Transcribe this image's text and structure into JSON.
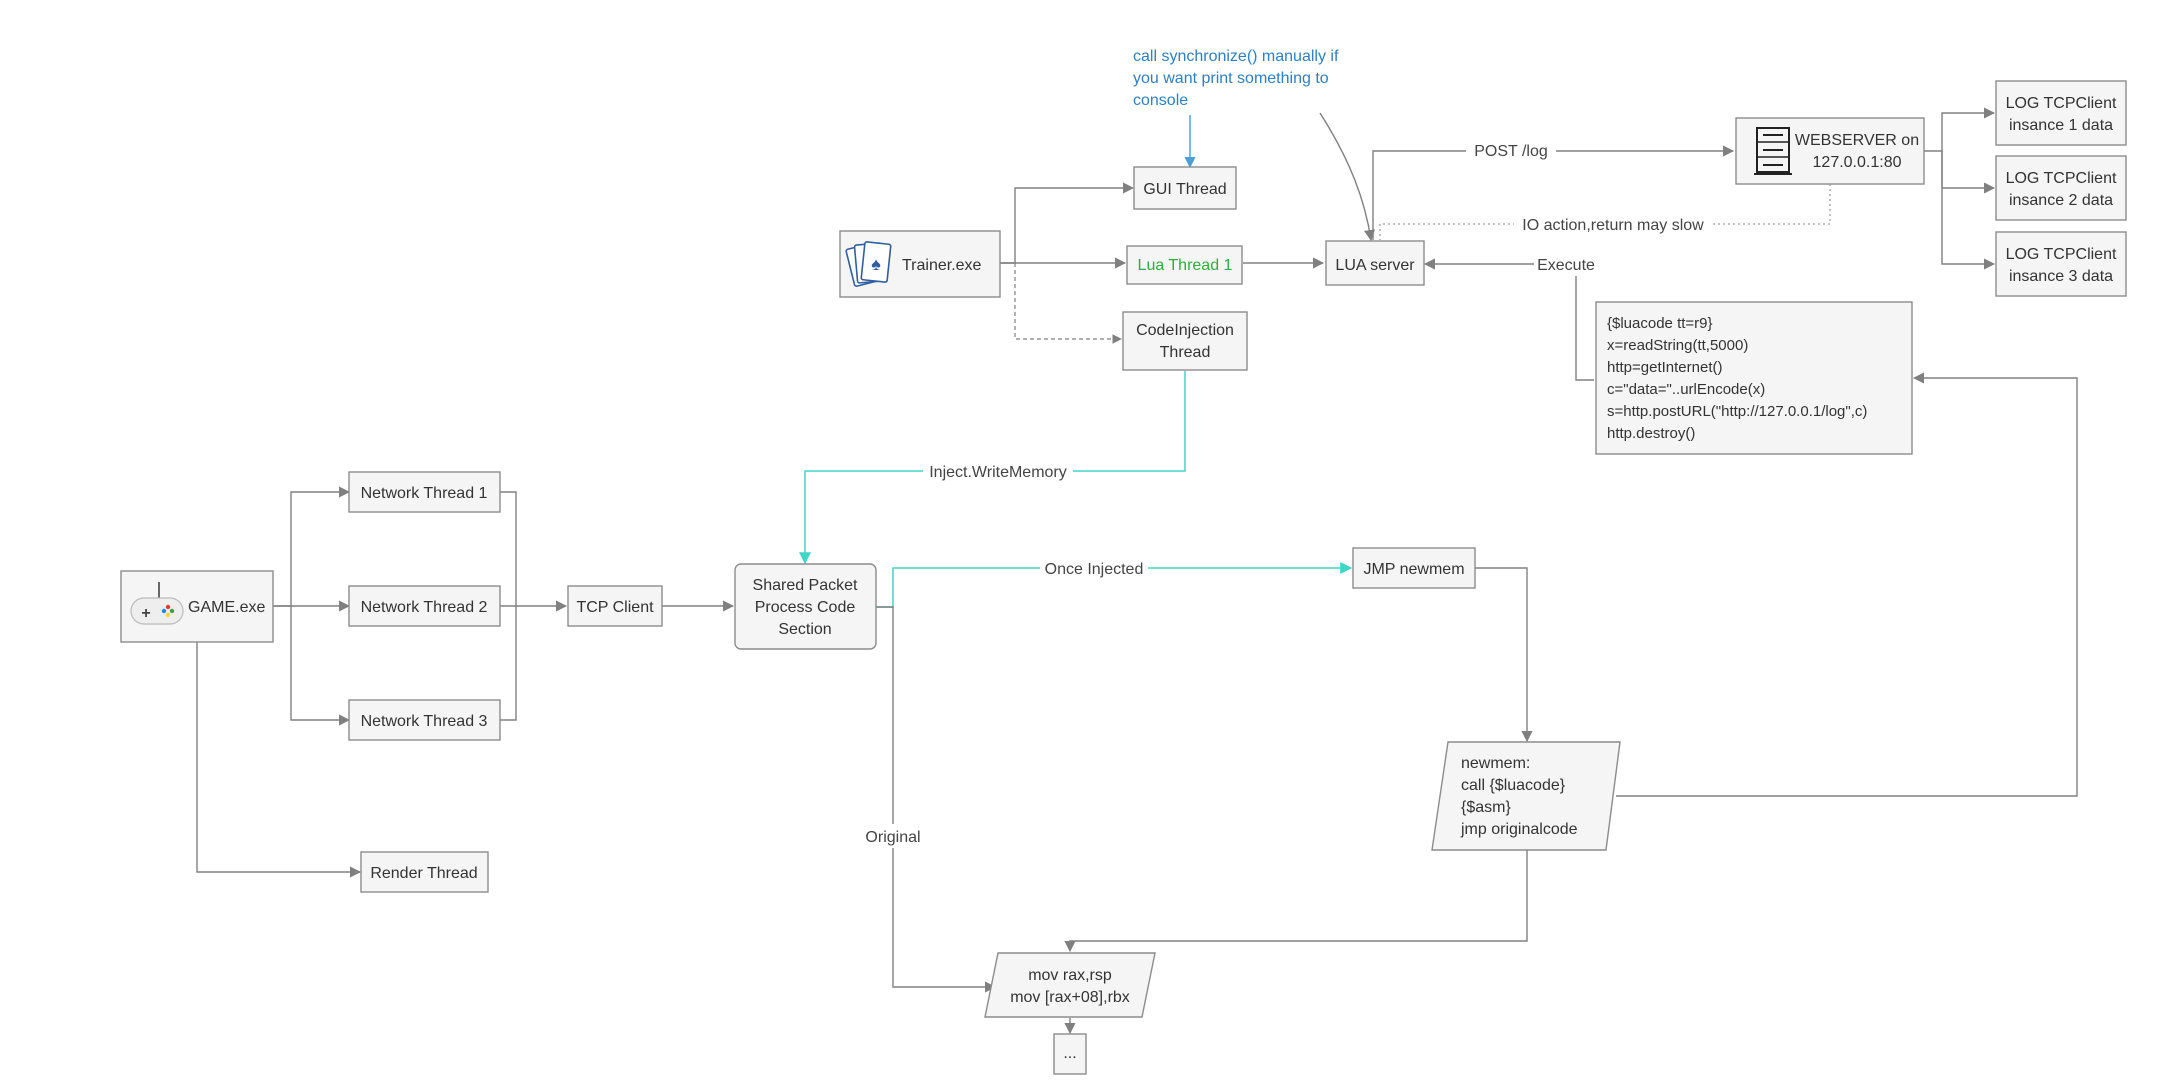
{
  "nodes": {
    "trainer": "Trainer.exe",
    "gui_thread": "GUI Thread",
    "lua_thread": "Lua Thread 1",
    "code_injection_1": "CodeInjection",
    "code_injection_2": "Thread",
    "lua_server": "LUA server",
    "webserver_1": "WEBSERVER on",
    "webserver_2": "127.0.0.1:80",
    "log1_1": "LOG TCPClient",
    "log1_2": "insance 1 data",
    "log2_1": "LOG TCPClient",
    "log2_2": "insance 2 data",
    "log3_1": "LOG TCPClient",
    "log3_2": "insance 3 data",
    "game": "GAME.exe",
    "net1": "Network Thread 1",
    "net2": "Network Thread 2",
    "net3": "Network Thread 3",
    "render": "Render Thread",
    "tcp_client": "TCP Client",
    "shared_1": "Shared Packet",
    "shared_2": "Process Code",
    "shared_3": "Section",
    "jmp": "JMP newmem",
    "mov_1": "mov rax,rsp",
    "mov_2": "mov [rax+08],rbx",
    "ellipsis": "..."
  },
  "newmem_lines": [
    "newmem:",
    "call {$luacode}",
    "{$asm}",
    "jmp originalcode"
  ],
  "lua_code_lines": [
    "{$luacode tt=r9}",
    "x=readString(tt,5000)",
    "http=getInternet()",
    "c=\"data=\"..urlEncode(x)",
    "s=http.postURL(\"http://127.0.0.1/log\",c)",
    "http.destroy()"
  ],
  "note_lines": [
    "call synchronize() manually if",
    "you want print something to",
    "console"
  ],
  "edge_labels": {
    "post_log": "POST /log",
    "io_action": "IO action,return may slow",
    "execute": "Execute",
    "inject": "Inject.WriteMemory",
    "once_injected": "Once Injected",
    "original": "Original"
  },
  "colors": {
    "node_fill": "#f5f5f5",
    "node_stroke": "#8c8c8c",
    "edge": "#808080",
    "inject_edge": "#3fd6c8",
    "note_text": "#2f7fc1",
    "lua_thread_text": "#2fae3c"
  },
  "icons": {
    "trainer": "playing-cards-icon",
    "game": "gamepad-icon",
    "webserver": "server-rack-icon"
  }
}
